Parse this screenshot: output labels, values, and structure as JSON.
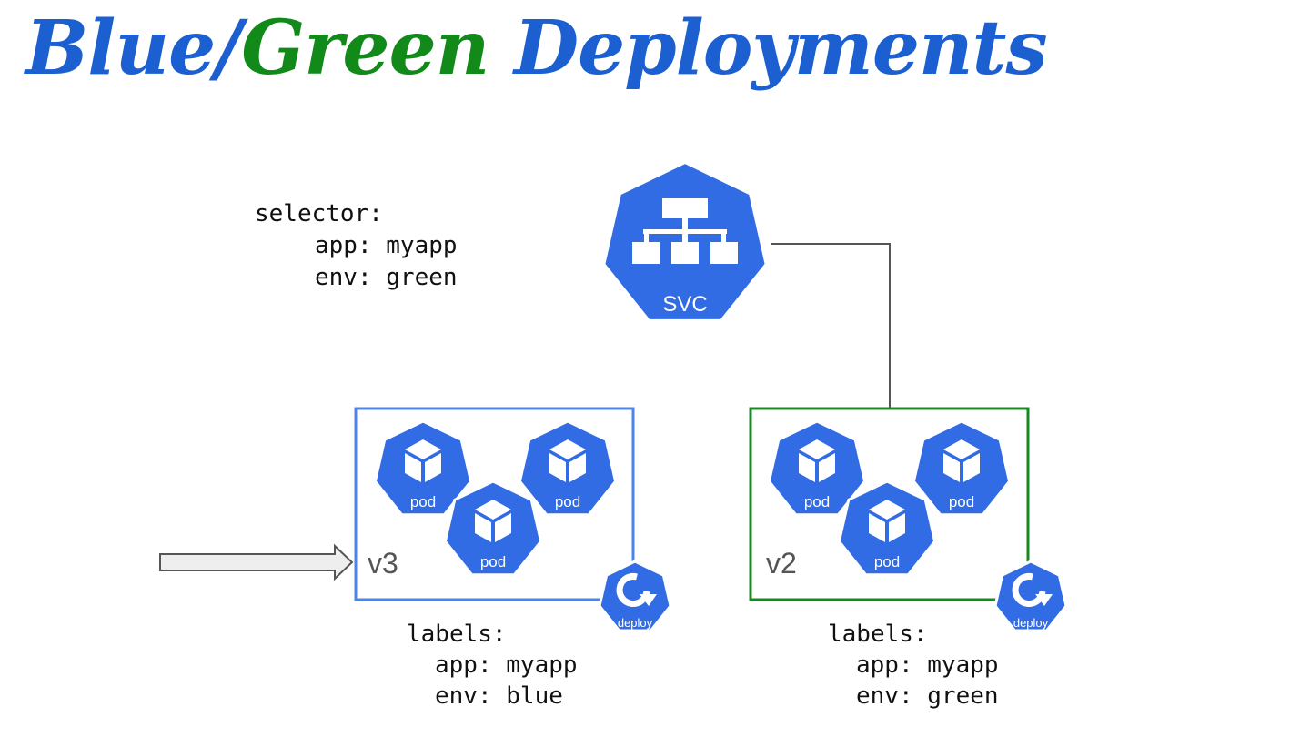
{
  "title": {
    "part1": "Blue/",
    "part2": "Green",
    "part3": " Deployments"
  },
  "selector": {
    "heading": "selector:",
    "line1": "app: myapp",
    "line2": "env: green"
  },
  "service": {
    "label": "SVC"
  },
  "blue_deployment": {
    "version": "v3",
    "pods": [
      "pod",
      "pod",
      "pod"
    ],
    "deploy_label": "deploy",
    "labels": {
      "heading": "labels:",
      "line1": "app: myapp",
      "line2": "env: blue"
    }
  },
  "green_deployment": {
    "version": "v2",
    "pods": [
      "pod",
      "pod",
      "pod"
    ],
    "deploy_label": "deploy",
    "labels": {
      "heading": "labels:",
      "line1": "app: myapp",
      "line2": "env: green"
    }
  },
  "colors": {
    "k8s_blue": "#326ce5",
    "blue_box": "#4a86e8",
    "green_box": "#178a1f",
    "title_blue": "#1c5fd0",
    "title_green": "#118a1a"
  },
  "icons": {
    "service": "svc-network-icon",
    "pod": "cube-icon",
    "deploy": "rotate-arrow-icon",
    "arrow": "right-arrow-icon"
  }
}
